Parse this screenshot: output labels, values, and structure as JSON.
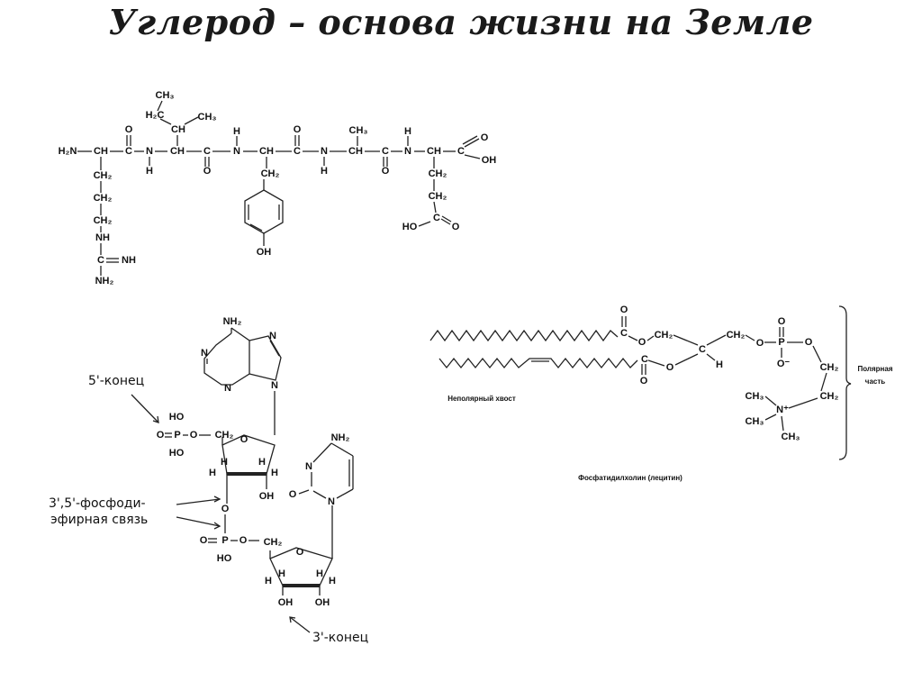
{
  "title": "Углерод – основа жизни на Земле",
  "peptide": {
    "atoms": [
      "H₂N",
      "CH",
      "C",
      "O",
      "N",
      "H",
      "CH",
      "C",
      "O",
      "N",
      "H",
      "CH",
      "C",
      "O",
      "N",
      "H",
      "CH",
      "C",
      "O",
      "N",
      "H",
      "CH",
      "C",
      "O",
      "OH",
      "CH₃",
      "H₂C",
      "CH",
      "CH₃",
      "CH₂",
      "CH₂",
      "CH₂",
      "NH",
      "C",
      "NH",
      "NH₂",
      "CH₂",
      "OH",
      "CH₃",
      "CH₂",
      "CH₂",
      "C",
      "HO",
      "O"
    ]
  },
  "lipid": {
    "atoms": [
      "C",
      "O",
      "O",
      "CH₂",
      "C",
      "H",
      "CH₂",
      "O",
      "P",
      "O",
      "O⁻",
      "O",
      "CH₂",
      "CH₂",
      "N⁺",
      "CH₃",
      "CH₃",
      "CH₃",
      "C",
      "O",
      "O"
    ],
    "nonpolar_label": "Неполярный хвост",
    "polar_label_1": "Полярная",
    "polar_label_2": "часть",
    "name": "Фосфатидилхолин (лецитин)"
  },
  "nucleotide": {
    "atoms": [
      "NH₂",
      "N",
      "N",
      "N",
      "N",
      "O",
      "CH₂",
      "O",
      "P",
      "O",
      "HO",
      "HO",
      "H",
      "H",
      "H",
      "H",
      "OH",
      "O",
      "O",
      "P",
      "O",
      "CH₂",
      "HO",
      "NH₂",
      "N",
      "O",
      "N",
      "O",
      "H",
      "H",
      "H",
      "H",
      "OH",
      "OH"
    ],
    "five_end": "5'-конец",
    "bond_1": "3',5'-фосфоди-",
    "bond_2": "эфирная связь",
    "three_end": "3'-конец"
  }
}
